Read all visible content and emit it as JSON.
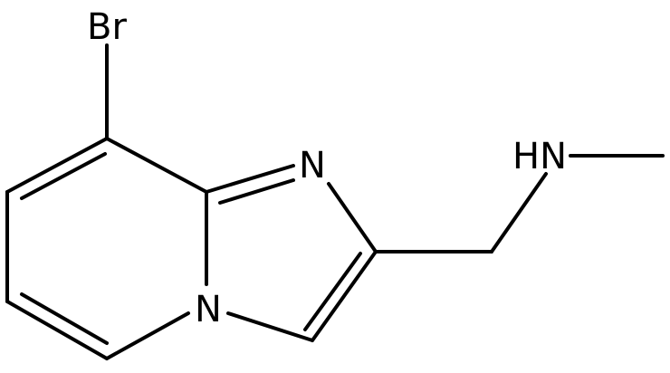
{
  "molecule": {
    "atoms": {
      "bromine": "Br",
      "imidazole_nitrogen": "N",
      "bridgehead_nitrogen": "N",
      "amine": "HN"
    },
    "bond_color": "#000000",
    "label_color": "#000000",
    "background": "#ffffff"
  }
}
